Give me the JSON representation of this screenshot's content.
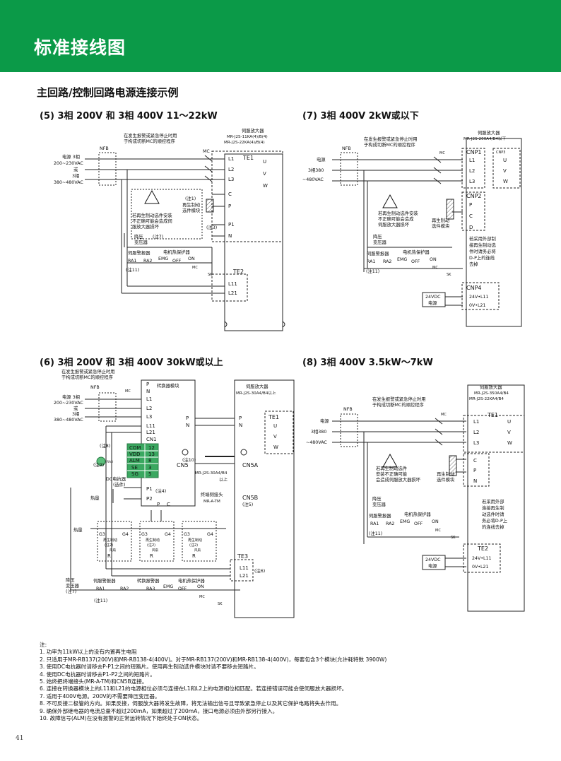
{
  "header": {
    "title": "标准接线图"
  },
  "section_title": "主回路/控制回路电源连接示例",
  "common": {
    "nfb": "NFB",
    "mc": "MC",
    "emg_note": [
      "在发生报警或紧急停止时用",
      "于构成切断MC的顺控程序"
    ],
    "l1": "L1",
    "l2": "L2",
    "l3": "L3",
    "u": "U",
    "v": "V",
    "w": "W",
    "c": "C",
    "p": "P",
    "p1": "P1",
    "p2": "P2",
    "n": "N",
    "d": "D",
    "l11": "L11",
    "l21": "L21",
    "ra1": "RA1",
    "ra2": "RA2",
    "ra3": "RA3",
    "emg": "EMG",
    "off": "OFF",
    "on": "ON",
    "sk": "SK",
    "alarm_relay": "伺服警报器",
    "motor_protect": "电机热保护器",
    "transformer": [
      "降压",
      "变压器"
    ],
    "note11": "(注11)",
    "servo_amp": "伺服放大器",
    "warn_regen": [
      "若再生制动选件安装",
      "不正确可能会造成伺",
      "服放大器损坏"
    ],
    "regen_option": [
      "再生制动",
      "选件模块"
    ],
    "power_24v": [
      "24VDC",
      "电源"
    ],
    "p24": "24V•L11",
    "p0v": "0V•L21"
  },
  "diagram5": {
    "title": "(5) 3相  200V 和  3相  400V 11～22kW",
    "amp_model": [
      "MR-J2S-11KA(4)/B(4)",
      "MR-J2S-22KA(4)/B(4)"
    ],
    "supply": [
      "电源  3相",
      "200~230VAC",
      "或",
      "3相",
      "380~480VAC"
    ],
    "te1": "TE1",
    "te2": "TE2",
    "note1": "(注1)",
    "note3": "(注3)",
    "note7": "(注7)"
  },
  "diagram7": {
    "title": "(7) 3相  400V 2kW或以下",
    "amp_model": [
      "MR-J2S-200A4/B4以下"
    ],
    "supply": [
      "电源",
      "3相380",
      "~480VAC"
    ],
    "cnp1": "CNP1",
    "cnp2": "CNP2",
    "cnp3": "CNP3",
    "cnp4": "CNP4",
    "external_note": [
      "若采用外部制",
      "接再生制动选",
      "件时请务必将",
      "D-P上的连线",
      "去掉"
    ],
    "warn_regen": [
      "若再生制动选件安装",
      "不正确可能会造成",
      "伺服放大器损坏"
    ]
  },
  "diagram6": {
    "title": "(6) 3相  200V 和  3相  400V 30kW或以上",
    "converter": "转换器模块",
    "amp_model": [
      "MR-J2S-30A4/B4以上"
    ],
    "supply": [
      "电源  3相",
      "200~230VAC",
      "或",
      "3相",
      "380~480VAC"
    ],
    "cn1": "CN1",
    "cn1_rows": [
      {
        "name": "COM",
        "pin": "12"
      },
      {
        "name": "VDD",
        "pin": "13"
      },
      {
        "name": "ALM",
        "pin": "8"
      },
      {
        "name": "SE",
        "pin": "3"
      },
      {
        "name": "SG",
        "pin": "5"
      }
    ],
    "note8": "(注8)",
    "note9": "(注9)",
    "ra3": "RA3",
    "note10": "(注10)",
    "cn5": "CN5",
    "cn5a": "CN5A",
    "cn5b": "CN5B",
    "cn5_model": [
      "MR-J2S-30A4/B4",
      "以上"
    ],
    "terminator": [
      "终端侧接头",
      "MR-A-TM"
    ],
    "note5": "(注5)",
    "dc_reactor": [
      "DC电抗器",
      "(选件)"
    ],
    "note4": "(注4)",
    "heat": "热量",
    "g3": "G3",
    "g4": "G4",
    "r": "R",
    "regen_modules": [
      {
        "label": "再生制动",
        "note": "(注2)"
      },
      {
        "label": "再生制动",
        "note": "(注2)"
      },
      {
        "label": "再生制动",
        "note": "(注2)"
      }
    ],
    "fan": "风扇",
    "te1": "TE1",
    "te3": "TE3",
    "note6": "(注6)",
    "converter_alarm": "转换报警器",
    "transformer_note": [
      "降压",
      "变压器",
      "(注7)"
    ]
  },
  "diagram8": {
    "title": "(8) 3相  400V 3.5kW～7kW",
    "amp_model": [
      "MR-J2S-350A4/B4",
      "MR-J2S-22KA4/B4"
    ],
    "supply": [
      "电源",
      "3相380",
      "~480VAC"
    ],
    "te1": "TE1",
    "te2": "TE2",
    "warn_regen": [
      "若再生制动选件",
      "安装不正确可能",
      "会造成伺服放大器损坏"
    ],
    "regen_option": [
      "再生制动",
      "选件模块"
    ],
    "external_note": [
      "若采用外部",
      "连接再生制",
      "动选件时请",
      "务必将D-P上",
      "的连线去掉"
    ]
  },
  "notes": {
    "heading": "注:",
    "items": [
      "1.  功率为11kW以上的没有内置再生电阻",
      "2.  只适用于MR-RB137(200V)和MR-RB138-4(400V)。对于MR-RB137(200V)和MR-RB138-4(400V)，每套包含3个模块(允许耗特数 3900W)",
      "3.  使用DC电抗器时请移去P-P1之间的短路片。使用再生制动选件模块时请不要移去短路片。",
      "4.  使用DC电抗器时请移去P1-P2之间的短路片。",
      "5.  始终把终端接头(MR-A-TM)和CN5B连接。",
      "6.  连接在转换器模块上的L11和L21的电源相位必须与连接在L1和L2上的电源相位相匹配。若连接错误可能会使伺服放大器损坏。",
      "7.  适用于400V电源。200V的不需要降压变压器。",
      "8.  不可反接二极管的方向。如果反接，伺服放大器将发生故障，将无法输出信号且导致紧急停止以及其它保护电路将失去作用。",
      "9.  确保外部继电器的电流总量不超过200mA，如果超过了200mA，接口电源必须由外部另行接入。",
      "10.  故障信号(ALM)在没有报警的正常运转情况下始终处于ON状态。"
    ]
  },
  "page_number": "41"
}
